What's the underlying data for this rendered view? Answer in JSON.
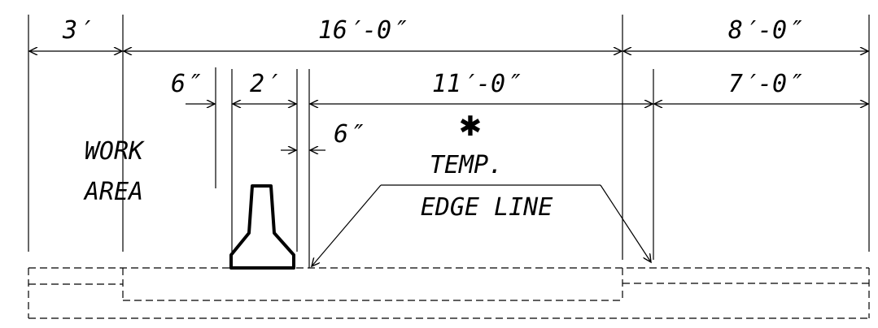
{
  "dimensions": {
    "work_area_width": "3′",
    "barrier_zone_width": "16′-0″",
    "right_lane_width": "8′-0″",
    "offset_left": "6″",
    "barrier_width": "2′",
    "offset_right": "6″",
    "travel_lane_width": "11′-0″",
    "right_shoulder_width": "7′-0″"
  },
  "labels": {
    "work_area_line1": "WORK",
    "work_area_line2": "AREA",
    "note_marker": "✱",
    "edge_line_line1": "TEMP.",
    "edge_line_line2": "EDGE LINE"
  }
}
